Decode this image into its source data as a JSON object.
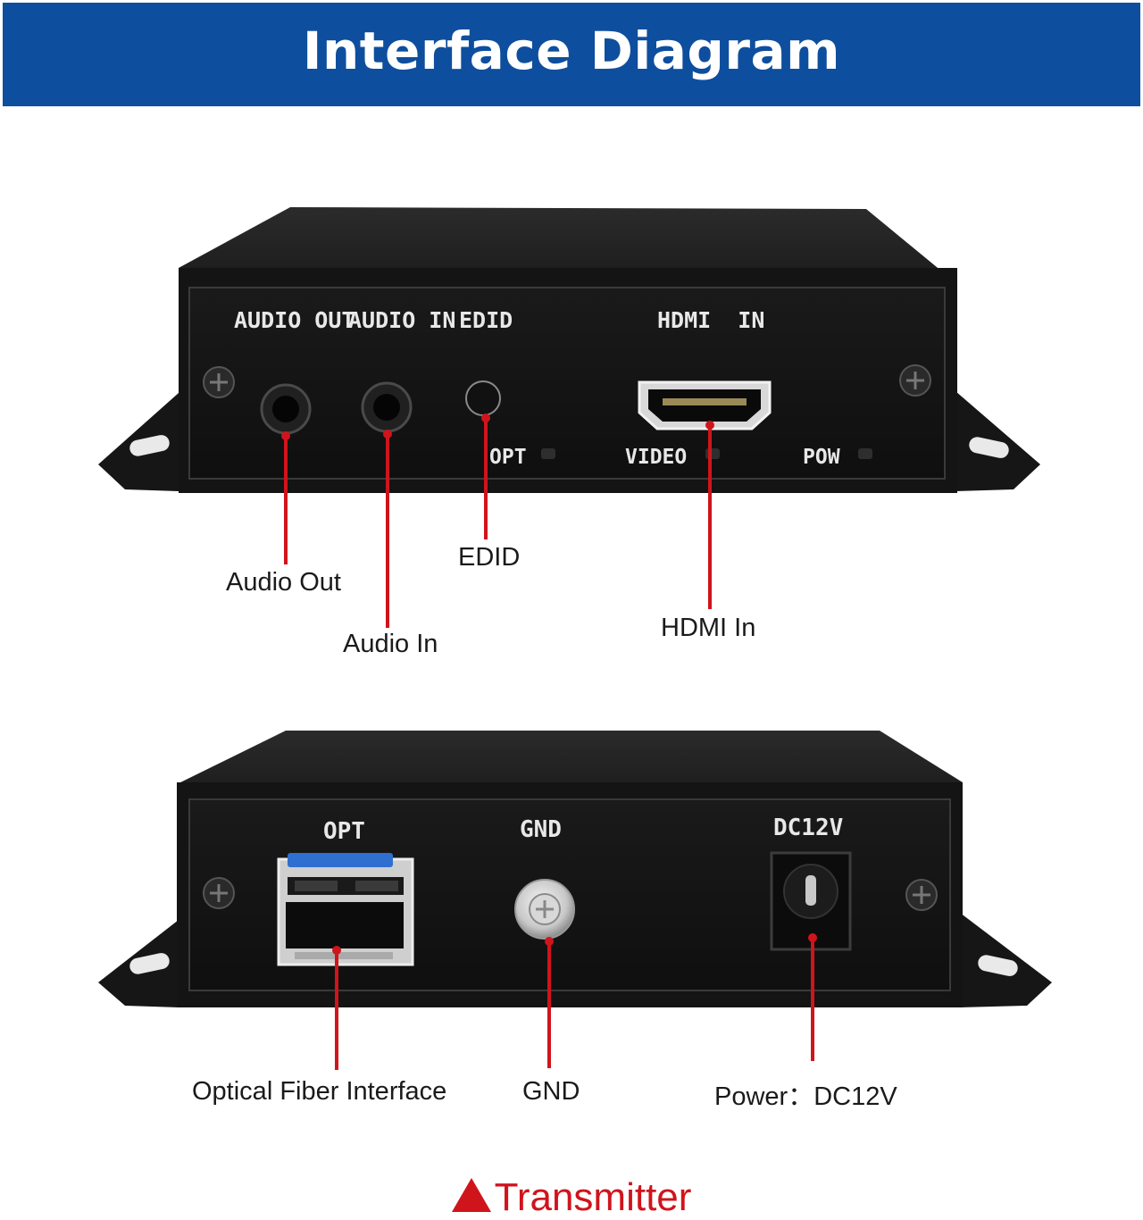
{
  "title": "Interface Diagram",
  "top_panel": {
    "labels": {
      "audio_out": "AUDIO OUT",
      "audio_in": "AUDIO IN",
      "edid": "EDID",
      "hdmi_in": "HDMI  IN",
      "opt": "OPT",
      "video": "VIDEO",
      "pow": "POW"
    },
    "callouts": {
      "audio_out": "Audio Out",
      "audio_in": "Audio In",
      "edid": "EDID",
      "hdmi_in": "HDMI In"
    }
  },
  "bottom_panel": {
    "labels": {
      "opt": "OPT",
      "gnd": "GND",
      "dc12v": "DC12V"
    },
    "callouts": {
      "optical": "Optical Fiber Interface",
      "gnd": "GND",
      "power": "Power：DC12V"
    }
  },
  "footer": {
    "text": "Transmitter"
  },
  "colors": {
    "banner": "#0e4e9e",
    "leader": "#d0141c",
    "device": "#1c1c1c",
    "sfp_tab": "#2f6fd0"
  }
}
